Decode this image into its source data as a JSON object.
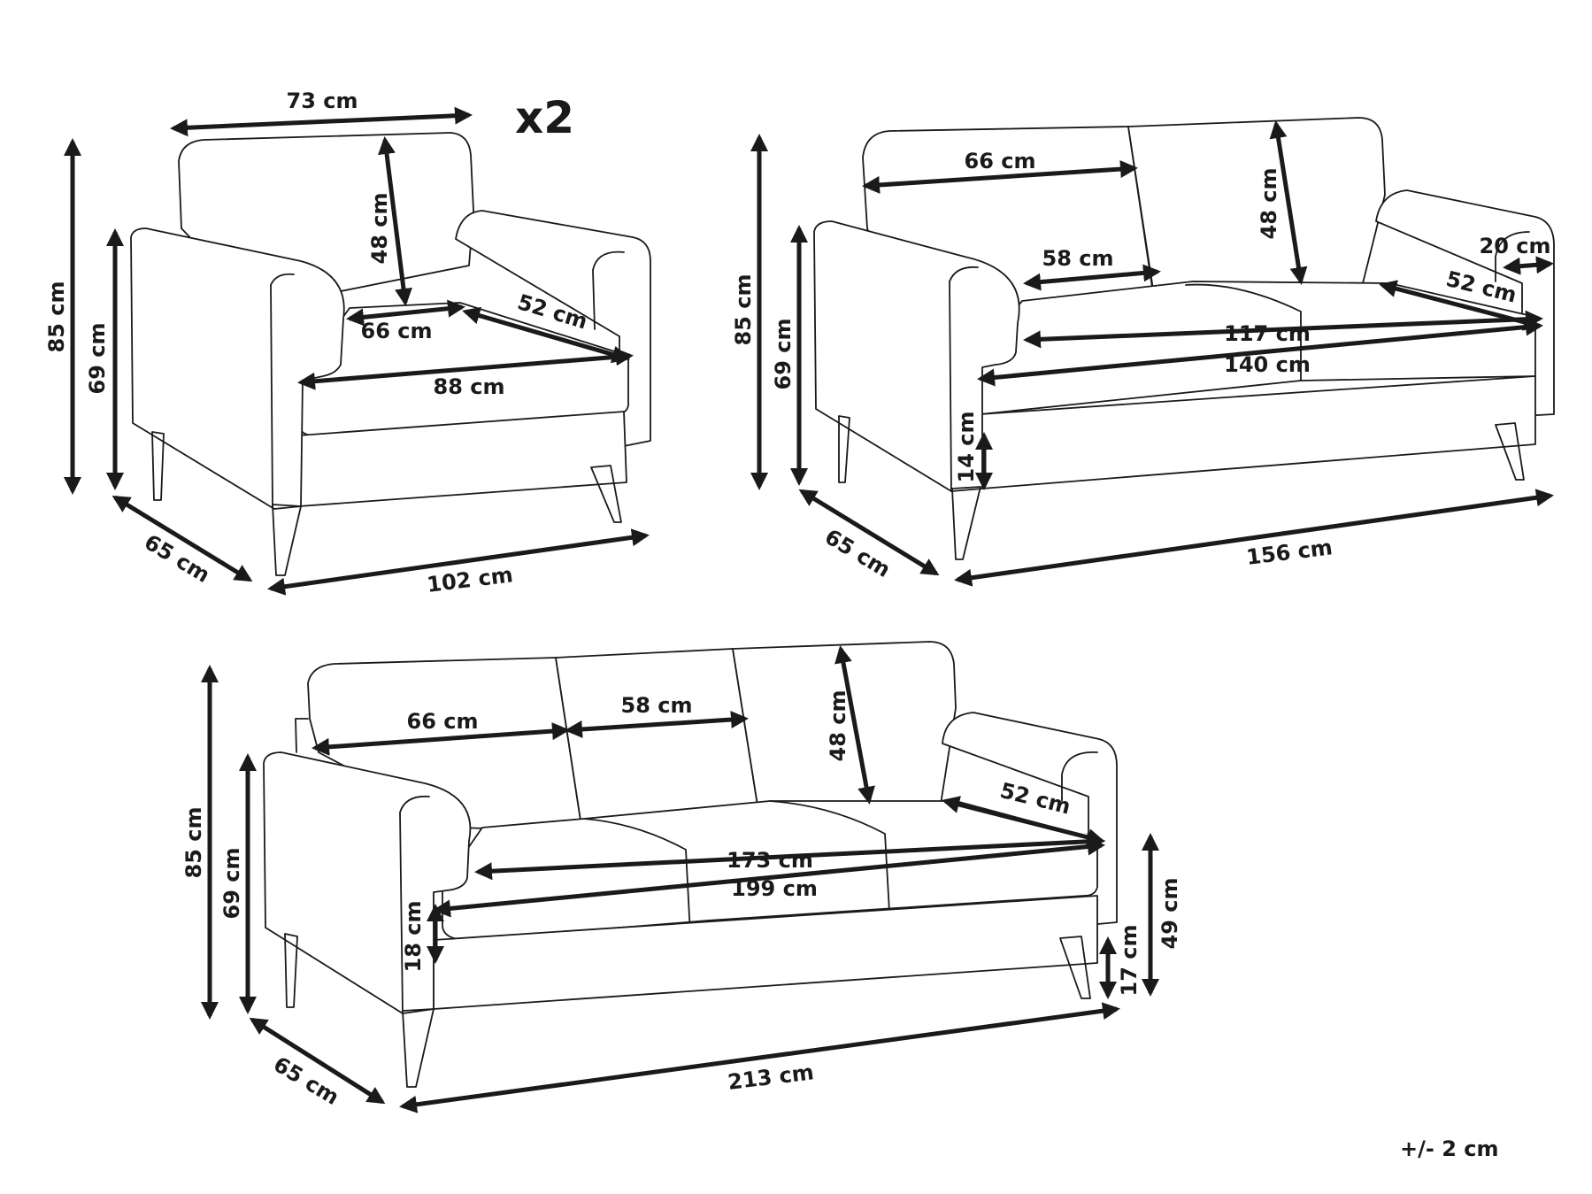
{
  "quantity": "x2",
  "tolerance": "+/- 2 cm",
  "armchair": {
    "width_top": "73 cm",
    "back_height": "48 cm",
    "total_height": "85 cm",
    "arm_height": "69 cm",
    "seat_width": "66 cm",
    "seat_depth": "52 cm",
    "front_width": "88 cm",
    "depth": "65 cm",
    "total_width": "102 cm"
  },
  "loveseat": {
    "back_width": "66 cm",
    "back_height": "48 cm",
    "arm_width": "20 cm",
    "cushion_width": "58 cm",
    "seat_depth": "52 cm",
    "seat_width": "117 cm",
    "front_width": "140 cm",
    "total_height": "85 cm",
    "arm_height": "69 cm",
    "leg_height": "14 cm",
    "depth": "65 cm",
    "total_width": "156 cm"
  },
  "sofa": {
    "back_width_side": "66 cm",
    "back_width_middle": "58 cm",
    "back_height": "48 cm",
    "seat_depth": "52 cm",
    "seat_width": "173 cm",
    "front_width": "199 cm",
    "total_height": "85 cm",
    "arm_height": "69 cm",
    "leg_height": "18 cm",
    "seat_height": "49 cm",
    "foot_height": "17 cm",
    "depth": "65 cm",
    "total_width": "213 cm"
  }
}
